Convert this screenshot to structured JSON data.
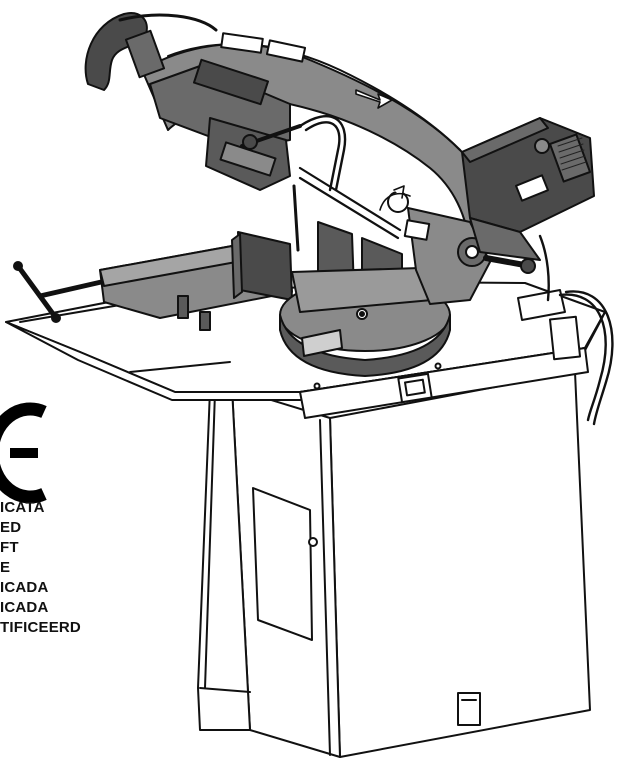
{
  "certification": {
    "mark_icon": "ce-mark-icon",
    "lines": [
      "ICATA",
      "ED",
      "FT",
      "E",
      "ICADA",
      "ICADA",
      "TIFICEERD"
    ]
  },
  "illustration": {
    "subject_icon": "bandsaw-machine-icon",
    "colors": {
      "ink": "#111111",
      "shade": "#8a8a8a",
      "dark": "#4a4a4a",
      "paper": "#ffffff"
    }
  }
}
